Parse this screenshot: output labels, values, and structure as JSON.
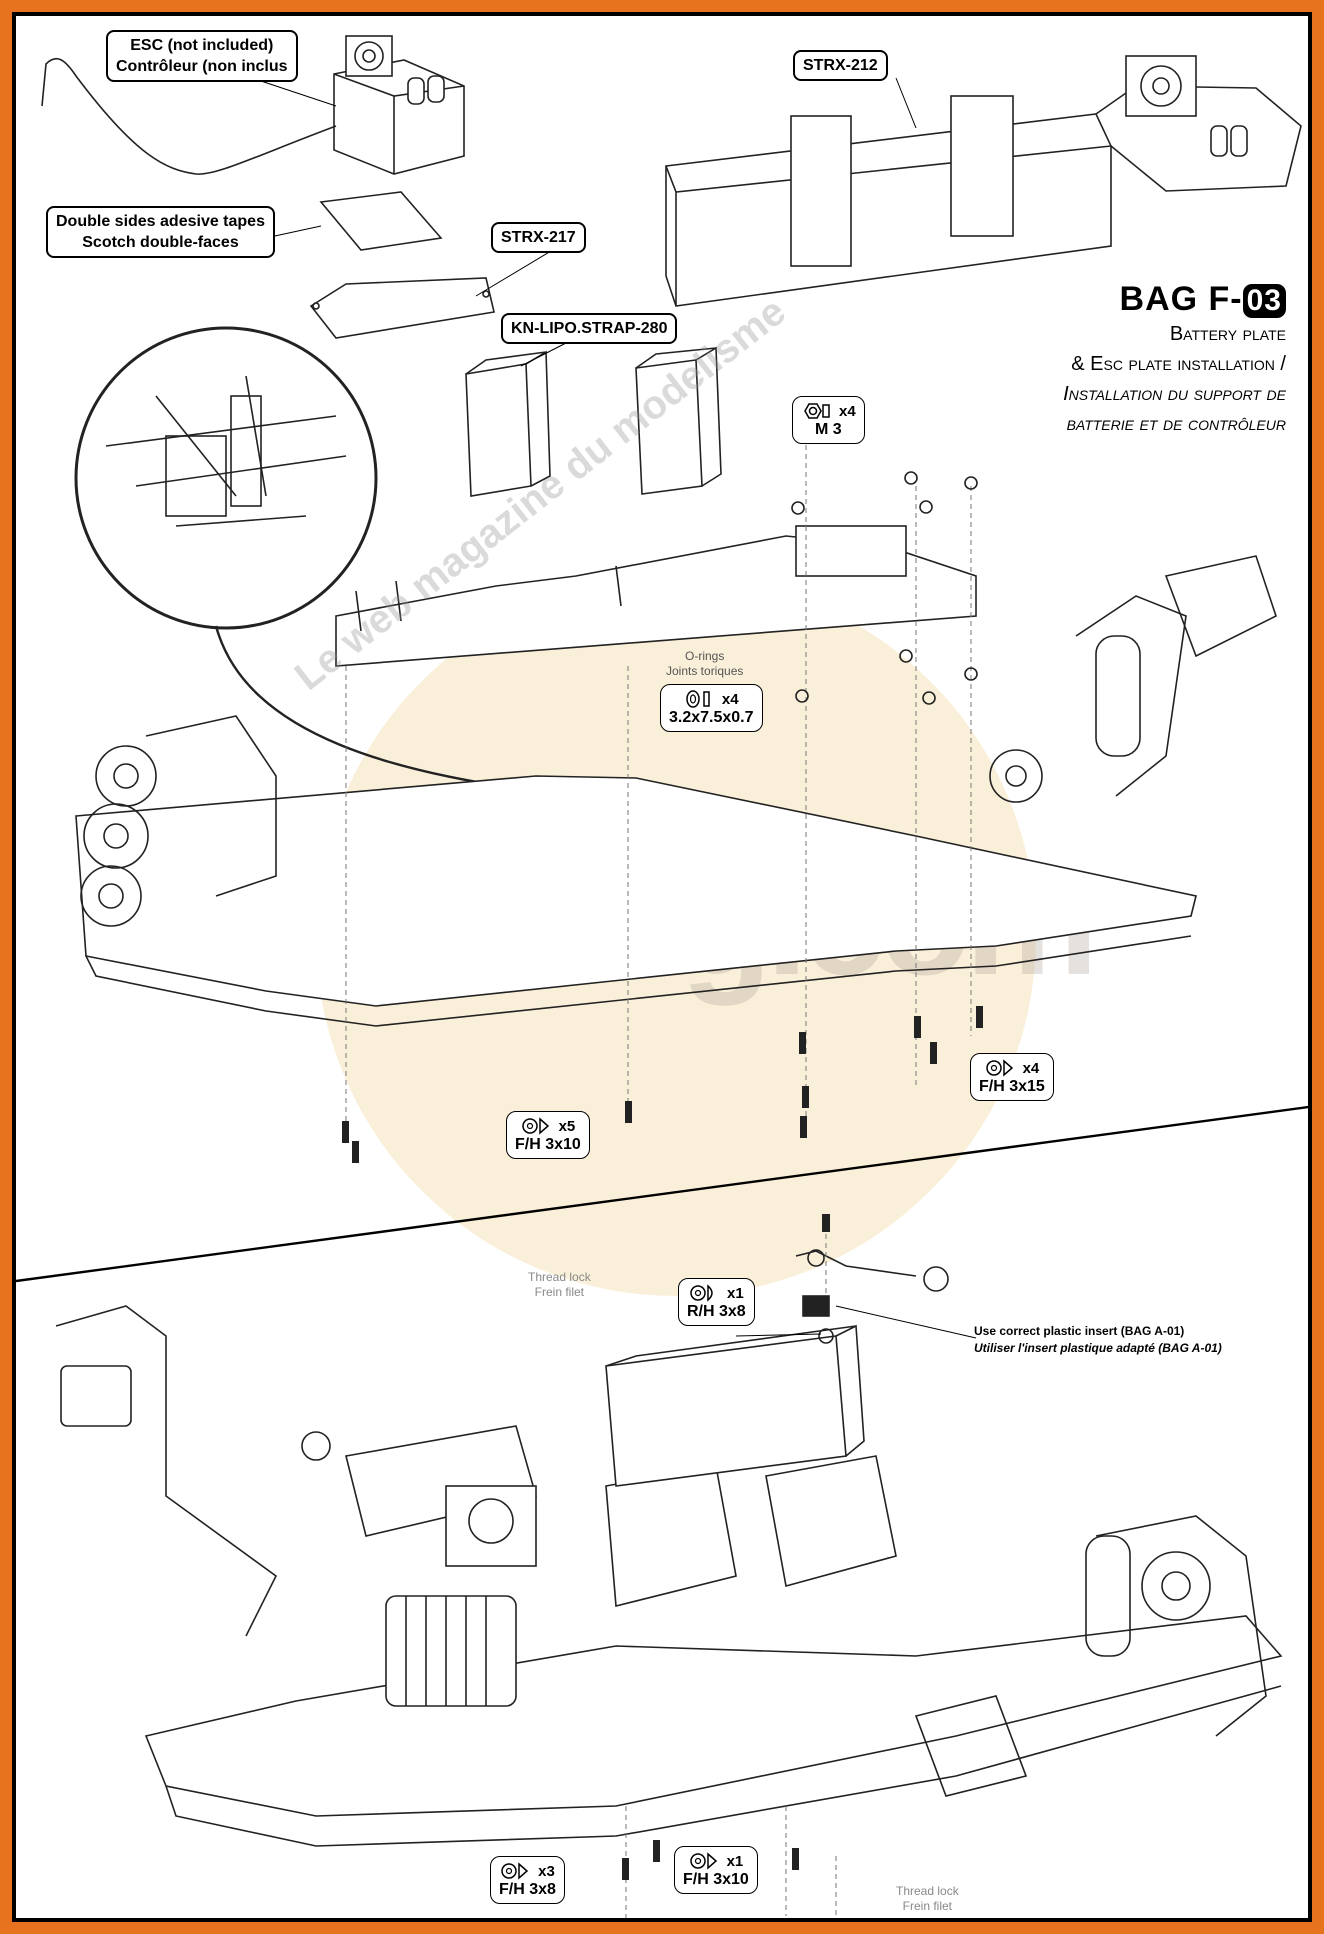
{
  "title": {
    "bag": "BAG F-",
    "bag_number": "03",
    "line1": "Battery plate",
    "line2": "& Esc plate installation /",
    "line3": "Installation du support de",
    "line4": "batterie et de contrôleur"
  },
  "callouts": {
    "esc": [
      "ESC (not included)",
      "Contrôleur (non inclus"
    ],
    "tape": [
      "Double sides adesive tapes",
      "Scotch double-faces"
    ],
    "strx217": "STRX-217",
    "strx212": "STRX-212",
    "strap": "KN-LIPO.STRAP-280"
  },
  "hardware": [
    {
      "qty": "x4",
      "size": "M 3",
      "icon": "nut-icon"
    },
    {
      "qty": "x4",
      "size": "3.2x7.5x0.7",
      "icon": "o-ring-icon",
      "label": [
        "O-rings",
        "Joints toriques"
      ]
    },
    {
      "qty": "x4",
      "size": "F/H 3x15",
      "icon": "flat-head-screw-icon"
    },
    {
      "qty": "x5",
      "size": "F/H 3x10",
      "icon": "flat-head-screw-icon"
    },
    {
      "qty": "x1",
      "size": "R/H 3x8",
      "icon": "round-head-screw-icon"
    },
    {
      "qty": "x3",
      "size": "F/H 3x8",
      "icon": "flat-head-screw-icon"
    },
    {
      "qty": "x1",
      "size": "F/H 3x10",
      "icon": "flat-head-screw-icon"
    }
  ],
  "threadlock": [
    "Thread lock",
    "Frein filet"
  ],
  "insert_note": [
    "Use correct plastic insert (BAG A-01)",
    "Utiliser l'insert plastique adapté (BAG A-01)"
  ],
  "watermark": {
    "ring": "Le web magazine du modelisme",
    "url": "rcmag.com"
  }
}
